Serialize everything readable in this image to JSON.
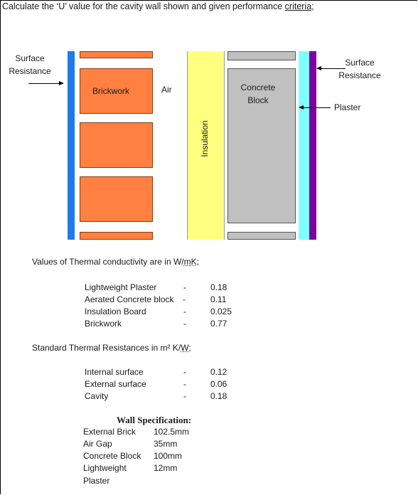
{
  "title": {
    "prefix": "Calculate the ‘U’ value for the cavity wall shown and given performance ",
    "underlined": "criteria;"
  },
  "diagram": {
    "left_surface_label": [
      "Surface",
      "Resistance"
    ],
    "brickwork_label": "Brickwork",
    "air_label": "Air",
    "insulation_label": "Insulation",
    "concrete_label": [
      "Concrete",
      "Block"
    ],
    "right_surface_label": [
      "Surface",
      "Resistance"
    ],
    "plaster_label": "Plaster",
    "colors": {
      "external_surface": "#1e7be8",
      "brick": "#ff8040",
      "insulation": "#ffff80",
      "concrete": "#c0c0c0",
      "internal_surface": "#80ffff",
      "plaster": "#8000a0"
    }
  },
  "conductivity": {
    "heading_prefix": "Values of Thermal conductivity are in W/",
    "heading_unit": "mK",
    "heading_suffix": ";",
    "rows": [
      {
        "name": "Lightweight Plaster",
        "dash": "-",
        "value": "0.18"
      },
      {
        "name": "Aerated Concrete block",
        "dash": "-",
        "value": "0.11"
      },
      {
        "name": "Insulation Board",
        "dash": "-",
        "value": "0.025"
      },
      {
        "name": "Brickwork",
        "dash": "-",
        "value": "0.77"
      }
    ]
  },
  "resistances": {
    "heading_prefix": "Standard Thermal Resistances in m² K/",
    "heading_unit": "W;",
    "rows": [
      {
        "name": "Internal surface",
        "dash": "-",
        "value": "0.12"
      },
      {
        "name": "External surface",
        "dash": "-",
        "value": "0.06"
      },
      {
        "name": "Cavity",
        "dash": "-",
        "value": "0.18"
      }
    ]
  },
  "specification": {
    "heading": "Wall Specification:",
    "rows": [
      {
        "name": "External Brick",
        "value": "102.5mm"
      },
      {
        "name": "Air Gap",
        "value": "35mm"
      },
      {
        "name": "Concrete Block",
        "value": "100mm"
      },
      {
        "name": "Lightweight",
        "value": "12mm"
      },
      {
        "name": "Plaster",
        "value": ""
      }
    ]
  }
}
